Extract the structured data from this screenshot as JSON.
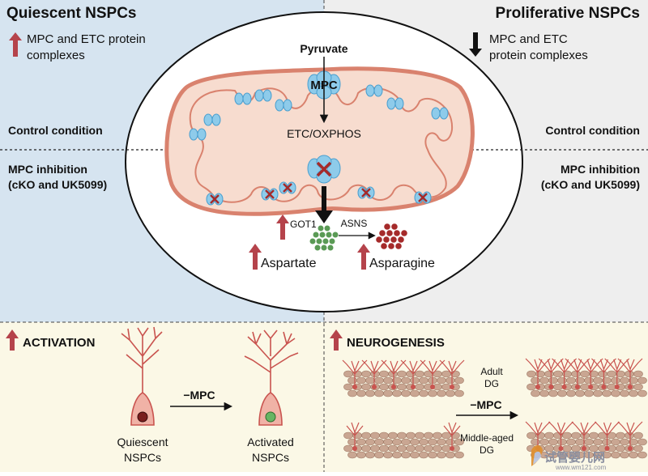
{
  "left_panel": {
    "title": "Quiescent NSPCs",
    "change_line1": "MPC and ETC protein",
    "change_line2": "complexes",
    "control": "Control condition",
    "inhibition_line1": "MPC inhibition",
    "inhibition_line2": "(cKO and UK5099)"
  },
  "right_panel": {
    "title": "Proliferative NSPCs",
    "change_line1": "MPC and ETC",
    "change_line2": "protein complexes",
    "control": "Control condition",
    "inhibition_line1": "MPC inhibition",
    "inhibition_line2": "(cKO and UK5099)"
  },
  "mito": {
    "pyruvate": "Pyruvate",
    "mpc": "MPC",
    "etc": "ETC/OXPHOS",
    "got1": "GOT1",
    "asns": "ASNS",
    "aspartate": "Aspartate",
    "asparagine": "Asparagine"
  },
  "activation": {
    "title": "ACTIVATION",
    "treatment": "−MPC",
    "from_line1": "Quiescent",
    "from_line2": "NSPCs",
    "to_line1": "Activated",
    "to_line2": "NSPCs"
  },
  "neurogenesis": {
    "title": "NEUROGENESIS",
    "adult_line1": "Adult",
    "adult_line2": "DG",
    "treatment": "−MPC",
    "middle_line1": "Middle-aged",
    "middle_line2": "DG"
  },
  "watermark": "试管婴儿网",
  "watermark_url": "www.wm121.com",
  "colors": {
    "up_arrow": "#b5434b",
    "left_bg": "#d6e4f0",
    "right_bg": "#eeeeee",
    "bottom_bg": "#fbf8e6",
    "membrane": "#d9826e",
    "mito_fill": "#f7dccf",
    "protein": "#8ecbea",
    "aspartate": "#5a9a55",
    "asparagine": "#a52a2a"
  }
}
